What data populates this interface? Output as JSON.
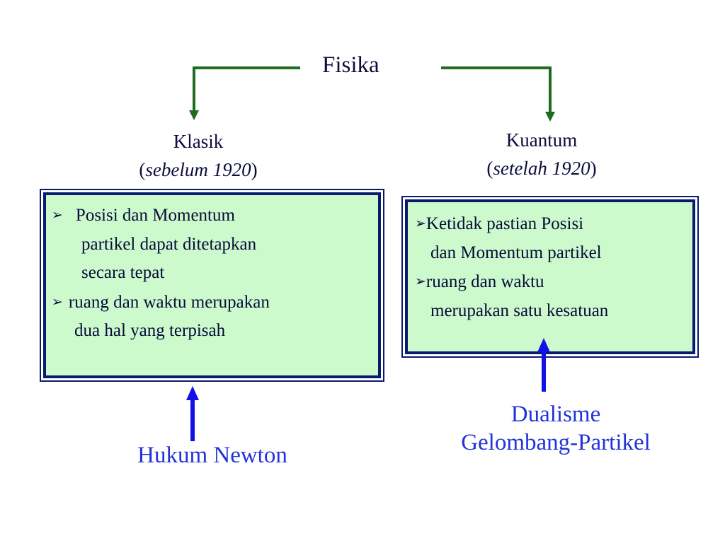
{
  "title": "Fisika",
  "classical": {
    "heading": "Klasik",
    "period_open": "(",
    "period": "sebelum 1920",
    "period_close": ")",
    "points": [
      [
        "Posisi dan Momentum",
        "partikel dapat ditetapkan",
        "secara tepat"
      ],
      [
        "ruang dan waktu merupakan",
        "dua hal yang terpisah"
      ]
    ],
    "basis": "Hukum Newton"
  },
  "quantum": {
    "heading": "Kuantum",
    "period_open": "(",
    "period": "setelah 1920",
    "period_close": ")",
    "points": [
      [
        "Ketidak pastian Posisi",
        "dan Momentum partikel"
      ],
      [
        "ruang dan waktu",
        "merupakan satu kesatuan"
      ]
    ],
    "basis_line1": "Dualisme",
    "basis_line2": "Gelombang-Partikel"
  },
  "bullet_glyph": "➢",
  "colors": {
    "connector": "#1f6b1f",
    "box_fill": "#ccfacc",
    "box_border": "#0a1a6e",
    "basis_arrow": "#1212e6",
    "basis_text": "#2233d9"
  }
}
